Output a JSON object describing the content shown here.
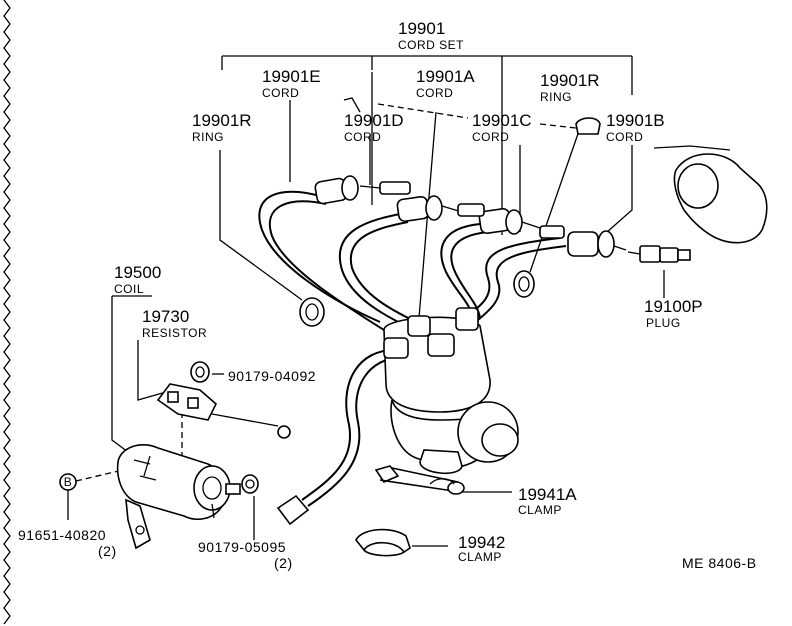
{
  "parts": {
    "cord_set": {
      "number": "19901",
      "name": "CORD SET"
    },
    "cord_e": {
      "number": "19901E",
      "name": "CORD"
    },
    "cord_a": {
      "number": "19901A",
      "name": "CORD"
    },
    "ring_top": {
      "number": "19901R",
      "name": "RING"
    },
    "ring_left": {
      "number": "19901R",
      "name": "RING"
    },
    "cord_d": {
      "number": "19901D",
      "name": "CORD"
    },
    "cord_c": {
      "number": "19901C",
      "name": "CORD"
    },
    "cord_b": {
      "number": "19901B",
      "name": "CORD"
    },
    "coil": {
      "number": "19500",
      "name": "COIL"
    },
    "resistor": {
      "number": "19730",
      "name": "RESISTOR"
    },
    "plug": {
      "number": "19100P",
      "name": "PLUG"
    },
    "clamp_a": {
      "number": "19941A",
      "name": "CLAMP"
    },
    "clamp_b": {
      "number": "19942",
      "name": "CLAMP"
    },
    "nut_upper": {
      "number": "90179-04092"
    },
    "bolt": {
      "number": "91651-40820",
      "qty": "(2)"
    },
    "nut_lower": {
      "number": "90179-05095",
      "qty": "(2)"
    }
  },
  "marker_b": "B",
  "drawing_ref": "ME  8406-B"
}
